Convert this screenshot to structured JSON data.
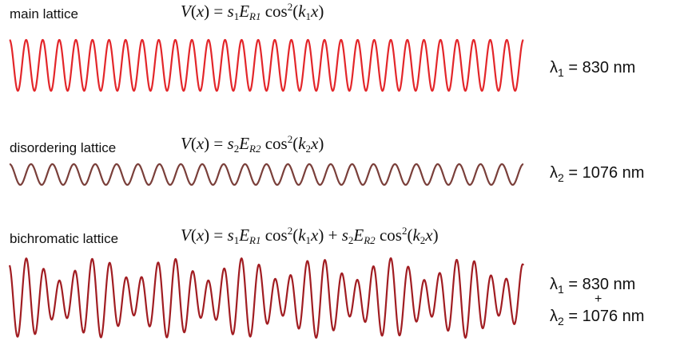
{
  "rows": [
    {
      "label": "main lattice",
      "formula": {
        "lhs": "V",
        "arg": "x",
        "s1": "s",
        "s1_sub": "1",
        "E1": "E",
        "E1_sub": "R1",
        "k1": "k",
        "k1_sub": "1"
      },
      "wavelength": {
        "lambda": "λ",
        "sub": "1",
        "value": " = 830 nm"
      },
      "color": "#e3262a"
    },
    {
      "label": "disordering lattice",
      "formula": {
        "lhs": "V",
        "arg": "x",
        "s2": "s",
        "s2_sub": "2",
        "E2": "E",
        "E2_sub": "R2",
        "k2": "k",
        "k2_sub": "2"
      },
      "wavelength": {
        "lambda": "λ",
        "sub": "2",
        "value": " = 1076 nm"
      },
      "color": "#7a3f3a"
    },
    {
      "label": "bichromatic lattice",
      "wavelength_1": {
        "lambda": "λ",
        "sub": "1",
        "value": " = 830 nm"
      },
      "plus": "+",
      "wavelength_2": {
        "lambda": "λ",
        "sub": "2",
        "value": " = 1076 nm"
      },
      "color": "#a11d22"
    }
  ],
  "waves": {
    "main_cycles": 31,
    "disorder_cycles": 24,
    "main_wavelength_nm": 830,
    "disorder_wavelength_nm": 1076
  }
}
